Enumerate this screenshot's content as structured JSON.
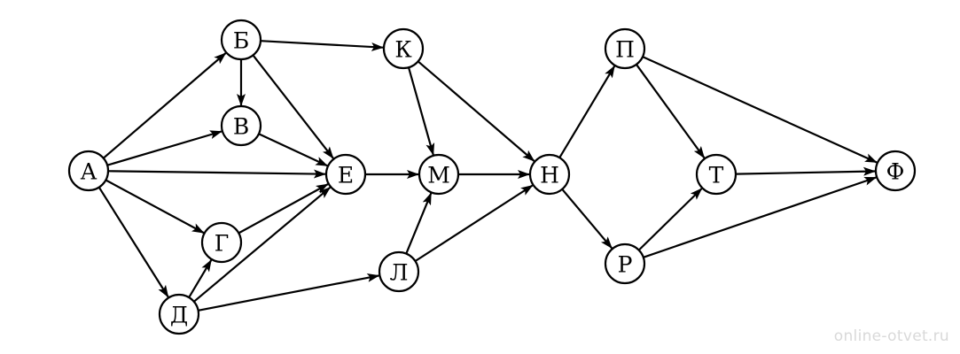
{
  "graph": {
    "nodes": [
      {
        "id": "A",
        "label": "А"
      },
      {
        "id": "B",
        "label": "Б"
      },
      {
        "id": "V",
        "label": "В"
      },
      {
        "id": "G",
        "label": "Г"
      },
      {
        "id": "D",
        "label": "Д"
      },
      {
        "id": "E",
        "label": "Е"
      },
      {
        "id": "K",
        "label": "К"
      },
      {
        "id": "M",
        "label": "М"
      },
      {
        "id": "L",
        "label": "Л"
      },
      {
        "id": "N",
        "label": "Н"
      },
      {
        "id": "P",
        "label": "П"
      },
      {
        "id": "R",
        "label": "Р"
      },
      {
        "id": "T",
        "label": "Т"
      },
      {
        "id": "F",
        "label": "Ф"
      }
    ],
    "edges": [
      [
        "A",
        "B"
      ],
      [
        "A",
        "V"
      ],
      [
        "A",
        "E"
      ],
      [
        "A",
        "G"
      ],
      [
        "A",
        "D"
      ],
      [
        "B",
        "V"
      ],
      [
        "B",
        "E"
      ],
      [
        "B",
        "K"
      ],
      [
        "V",
        "E"
      ],
      [
        "G",
        "E"
      ],
      [
        "D",
        "G"
      ],
      [
        "D",
        "E"
      ],
      [
        "D",
        "L"
      ],
      [
        "E",
        "M"
      ],
      [
        "K",
        "M"
      ],
      [
        "K",
        "N"
      ],
      [
        "L",
        "M"
      ],
      [
        "L",
        "N"
      ],
      [
        "M",
        "N"
      ],
      [
        "N",
        "P"
      ],
      [
        "N",
        "R"
      ],
      [
        "P",
        "T"
      ],
      [
        "P",
        "F"
      ],
      [
        "R",
        "T"
      ],
      [
        "R",
        "F"
      ],
      [
        "T",
        "F"
      ]
    ]
  },
  "watermark": {
    "text": "online-otvet.ru"
  },
  "colors": {
    "stroke": "#000000",
    "fill": "#ffffff",
    "watermark": "#d9d9d9"
  }
}
